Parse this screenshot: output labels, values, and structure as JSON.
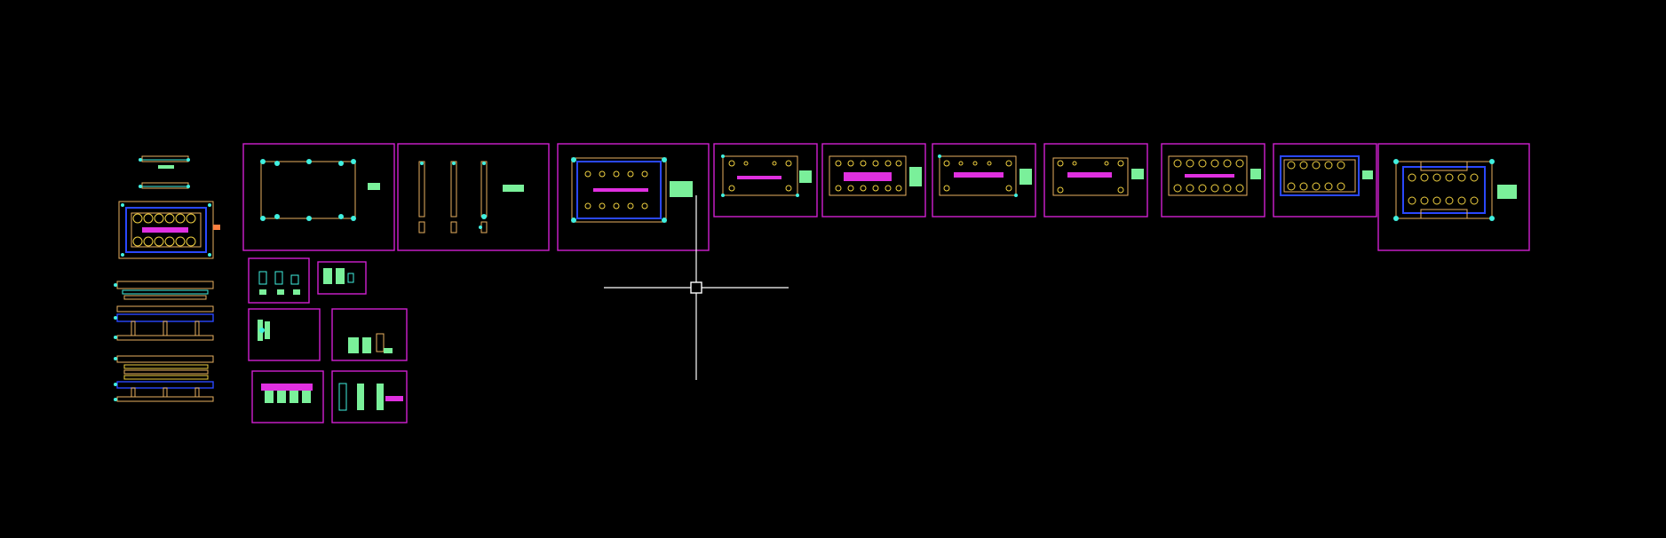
{
  "app": {
    "type": "cad-model-space",
    "background": "#000000"
  },
  "colors": {
    "frame": "#d020d0",
    "plate": "#e8b060",
    "blue": "#2a48ff",
    "cyan": "#40f0e0",
    "yellow": "#f0d040",
    "magenta": "#e030e0",
    "green": "#7af09a",
    "cursor": "#ffffff"
  },
  "icons": {
    "cursor": "crosshair-pickbox-icon"
  },
  "drawing_sheets": {
    "top_row_count": 11,
    "small_detail_count": 6
  }
}
